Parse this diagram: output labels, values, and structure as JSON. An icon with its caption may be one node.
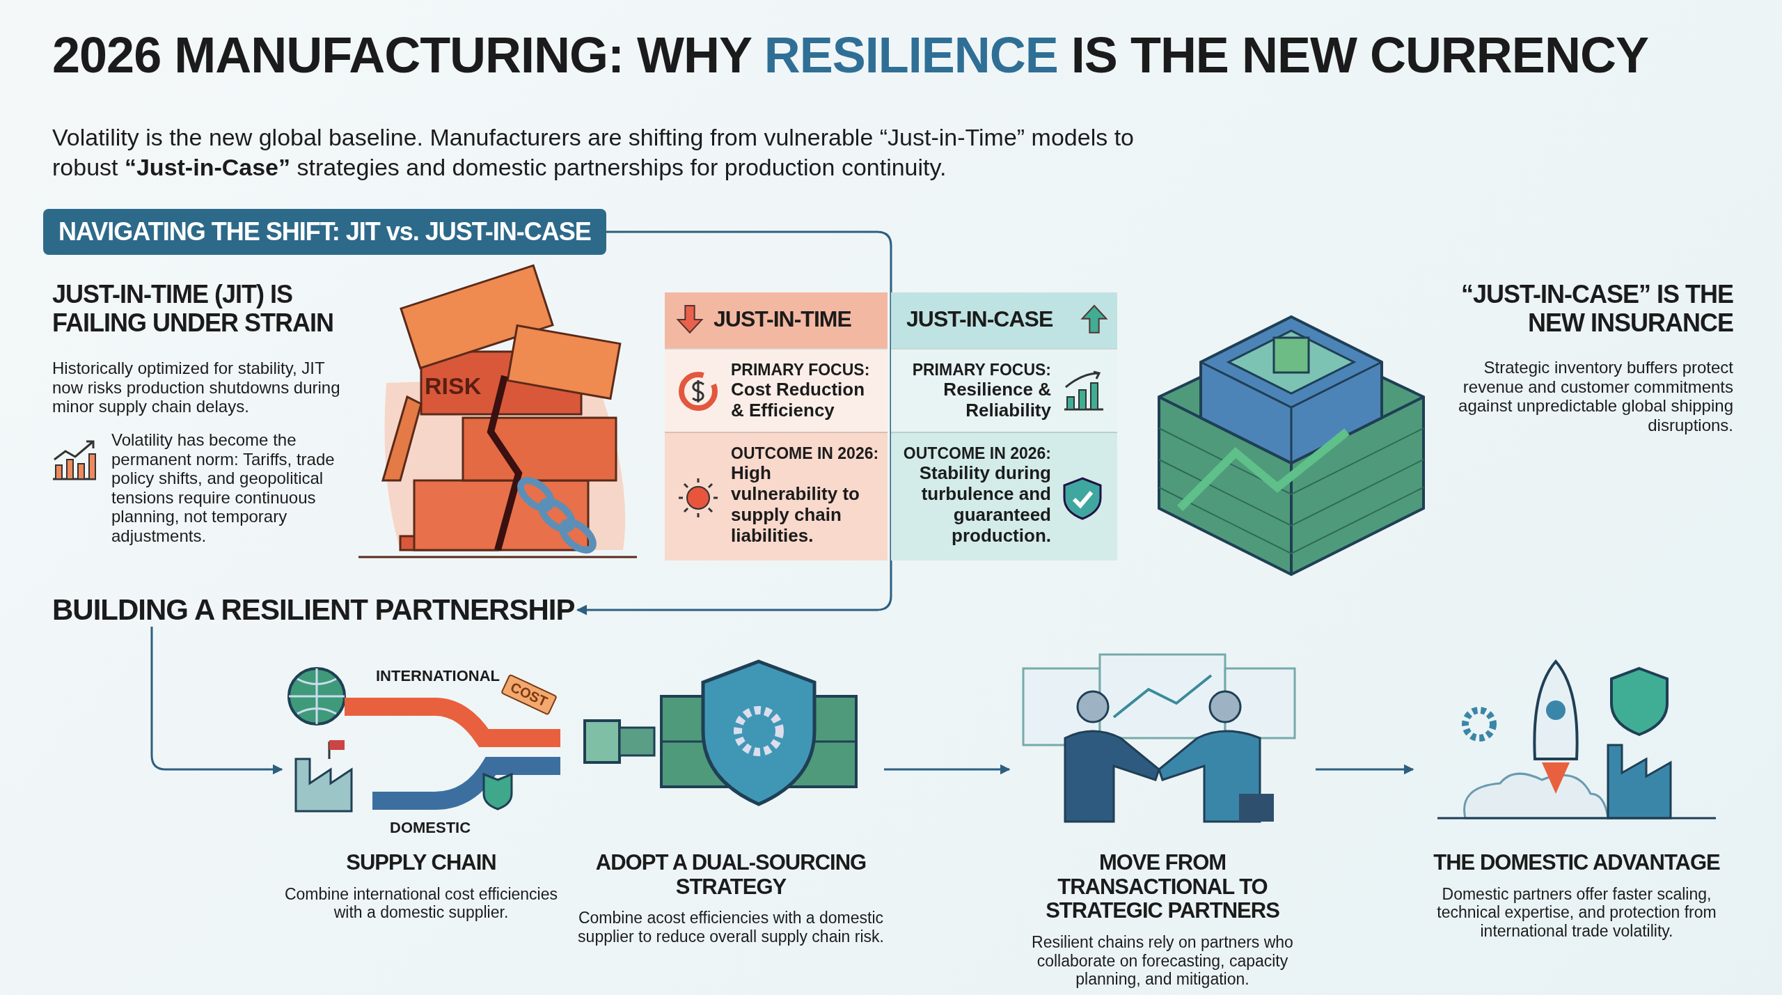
{
  "diagram": {
    "title": "2026 MANUFACTURING: WHY **RESILIENCE** IS THE NEW CURRENCY",
    "nodes": [
      {
        "text": [
          "NAVIGATING THE SHIFT: JIT vs. JUST-IN-CASE"
        ]
      },
      {
        "text": [
          "JUST-IN-TIME"
        ]
      },
      {
        "text": [
          "PRIMARY FOCUS:",
          "Cost Reduction & Efficiency"
        ],
        "in": 1
      },
      {
        "text": [
          "OUTCOME IN 2026:",
          "High vulnerability to supply chain liabilities."
        ],
        "in": 1
      },
      {
        "text": [
          "JUST-IN-CASE"
        ]
      },
      {
        "text": [
          "PRIMARY FOCUS:",
          "Resilience & Reliability"
        ],
        "in": 4
      },
      {
        "text": [
          "OUTCOME IN 2026:",
          "Stability during turbulence and guaranteed production."
        ],
        "in": 4
      },
      {
        "text": [
          "BUILDING A RESILIENT PARTNERSHIP"
        ]
      },
      {
        "text": [
          "SUPPLY CHAIN",
          "Combine international cost efficiencies with a domestic supplier."
        ]
      },
      {
        "text": [
          "ADOPT A DUAL-SOURCING STRATEGY",
          "Combine acost efficiencies with a domestic supplier to reduce overall supply chain risk."
        ]
      },
      {
        "text": [
          "MOVE FROM TRANSACTIONAL TO STRATEGIC PARTNERS",
          "Resilient chains rely on partners who collaborate on forecasting, capacity planning, and mitigation."
        ]
      },
      {
        "text": [
          "THE DOMESTIC ADVANTAGE",
          "Domestic partners offer faster scaling, technical expertise, and protection from international trade volatility."
        ]
      }
    ],
    "edges": [
      {
        "from": 0,
        "to": 7,
        "arrow": "to"
      },
      {
        "from": 7,
        "to": 8,
        "arrow": "to"
      },
      {
        "from": 9,
        "to": 10,
        "arrow": "to"
      },
      {
        "from": 10,
        "to": 11,
        "arrow": "to"
      }
    ],
    "labels": [
      "Volatility is the new global baseline. Manufacturers are shifting from vulnerable “Just-in-Time” models to robust **“Just-in-Case”** strategies and domestic partnerships for production continuity.",
      "JUST-IN-TIME (JIT) IS FAILING UNDER STRAIN",
      "Historically optimized for stability, JIT now risks production shutdowns during minor supply chain delays.",
      "Volatility has become the permanent norm: Tariffs, trade policy shifts, and geopolitical tensions require continuous planning, not temporary adjustments.",
      "RISK",
      "“JUST-IN-CASE” IS THE NEW INSURANCE",
      "Strategic inventory buffers protect revenue and customer commitments against unpredictable global shipping disruptions.",
      "INTERNATIONAL",
      "COST",
      "DOMESTIC"
    ]
  }
}
